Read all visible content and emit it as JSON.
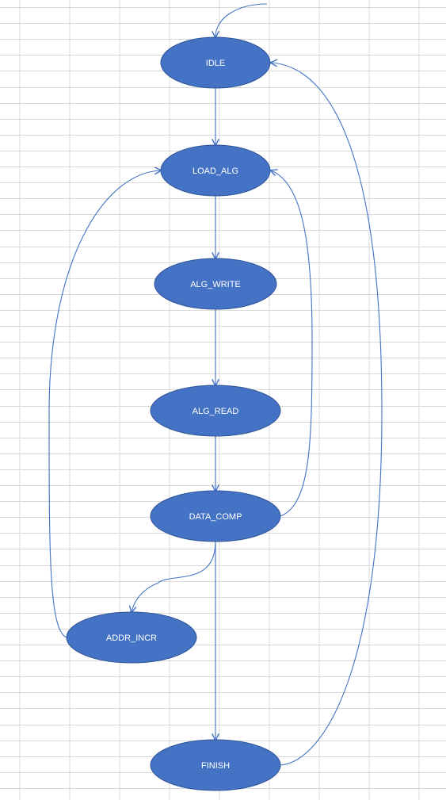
{
  "colors": {
    "node_fill": "#4472C4",
    "node_stroke": "#2F5597",
    "node_text": "#ffffff",
    "edge": "#4472C4",
    "grid": "#d9d9d9"
  },
  "nodes": [
    {
      "id": "idle",
      "label": "IDLE"
    },
    {
      "id": "load_alg",
      "label": "LOAD_ALG"
    },
    {
      "id": "alg_write",
      "label": "ALG_WRITE"
    },
    {
      "id": "alg_read",
      "label": "ALG_READ"
    },
    {
      "id": "data_comp",
      "label": "DATA_COMP"
    },
    {
      "id": "addr_incr",
      "label": "ADDR_INCR"
    },
    {
      "id": "finish",
      "label": "FINISH"
    }
  ],
  "edges": [
    {
      "id": "entry-to-idle",
      "from": "",
      "to": "idle"
    },
    {
      "id": "idle-to-load_alg",
      "from": "idle",
      "to": "load_alg"
    },
    {
      "id": "load_alg-to-alg_write",
      "from": "load_alg",
      "to": "alg_write"
    },
    {
      "id": "alg_write-to-alg_read",
      "from": "alg_write",
      "to": "alg_read"
    },
    {
      "id": "alg_read-to-data_comp",
      "from": "alg_read",
      "to": "data_comp"
    },
    {
      "id": "data_comp-to-load_alg",
      "from": "data_comp",
      "to": "load_alg"
    },
    {
      "id": "data_comp-to-addr_incr",
      "from": "data_comp",
      "to": "addr_incr"
    },
    {
      "id": "addr_incr-to-load_alg",
      "from": "addr_incr",
      "to": "load_alg"
    },
    {
      "id": "data_comp-to-finish",
      "from": "data_comp",
      "to": "finish"
    },
    {
      "id": "finish-to-idle",
      "from": "finish",
      "to": "idle"
    }
  ]
}
